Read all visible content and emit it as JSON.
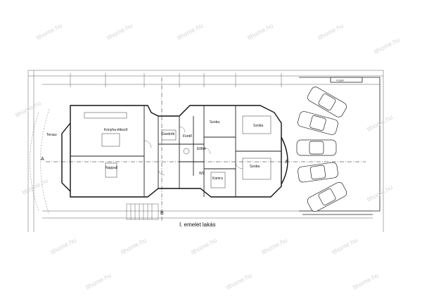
{
  "watermark": "tthome.hu",
  "caption": "I. emelet lakás",
  "section_markers": [
    "A",
    "B",
    "A"
  ],
  "rooms": {
    "konyha": "Konyha-étkező",
    "nappali": "Nappali",
    "gardrob": "Gardrób",
    "furdo": "Fürdő",
    "eloter": "Előtér",
    "szoba1": "Szoba",
    "szoba2": "Szoba",
    "szoba3": "Szoba",
    "kamra": "Kamra",
    "wc": "WC",
    "terasz": "Terasz"
  },
  "plate_label": "4 szám"
}
